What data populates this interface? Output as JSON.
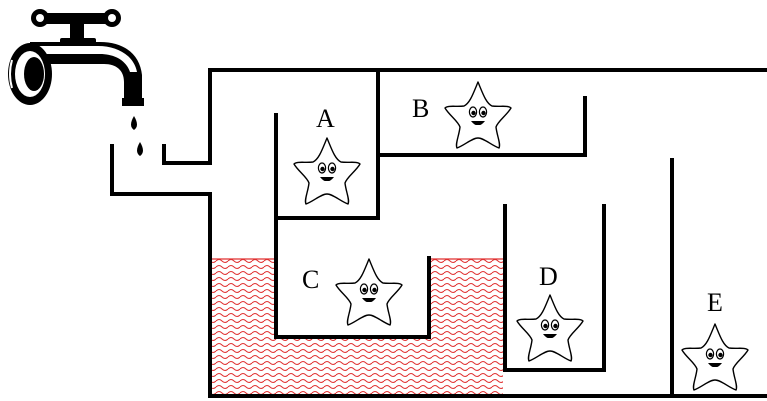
{
  "diagram": {
    "containers": [
      {
        "id": "A",
        "label": "A",
        "icon": "star-face-icon"
      },
      {
        "id": "B",
        "label": "B",
        "icon": "star-face-icon"
      },
      {
        "id": "C",
        "label": "C",
        "icon": "star-face-icon"
      },
      {
        "id": "D",
        "label": "D",
        "icon": "star-face-icon"
      },
      {
        "id": "E",
        "label": "E",
        "icon": "star-face-icon"
      }
    ],
    "tap_icon": "water-tap-icon",
    "water_color": "#e03030",
    "line_color": "#000000"
  }
}
